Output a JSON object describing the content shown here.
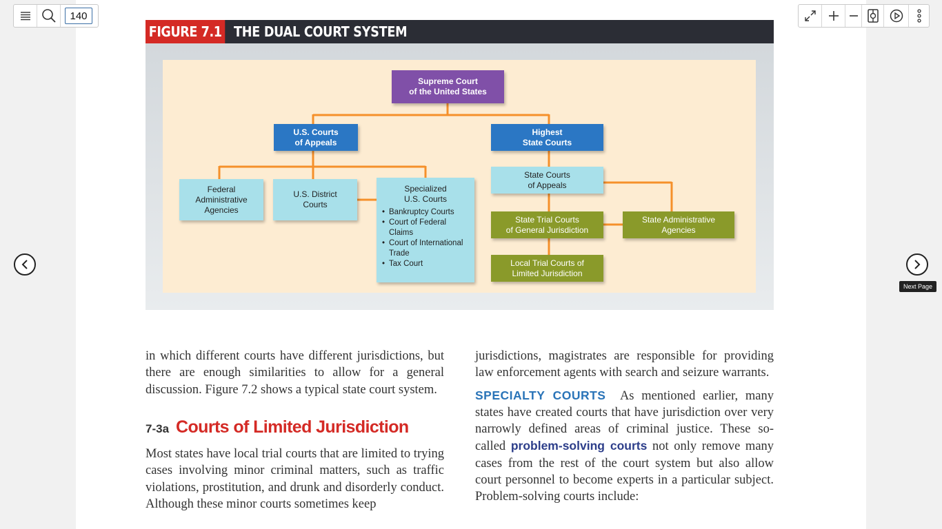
{
  "toolbar": {
    "page_number": "140"
  },
  "navigation": {
    "next_tooltip": "Next Page"
  },
  "figure": {
    "label": "FIGURE 7.1",
    "title": "THE DUAL COURT SYSTEM",
    "boxes": {
      "supreme": [
        "Supreme Court",
        "of the United States"
      ],
      "appeals": [
        "U.S. Courts",
        "of Appeals"
      ],
      "highest_state": [
        "Highest",
        "State Courts"
      ],
      "federal_agencies": [
        "Federal",
        "Administrative",
        "Agencies"
      ],
      "district": [
        "U.S. District",
        "Courts"
      ],
      "specialized_title": [
        "Specialized",
        "U.S. Courts"
      ],
      "specialized_items": [
        "Bankruptcy Courts",
        "Court of Federal Claims",
        "Court of International Trade",
        "Tax Court"
      ],
      "state_appeals": [
        "State Courts",
        "of Appeals"
      ],
      "state_trial": [
        "State Trial Courts",
        "of General Jurisdiction"
      ],
      "state_agencies": [
        "State Administrative",
        "Agencies"
      ],
      "local_trial": [
        "Local Trial Courts of",
        "Limited Jurisdiction"
      ]
    },
    "colors": {
      "header_label_bg": "#d42a25",
      "header_bg": "#2b2d35",
      "connector": "#f5902a",
      "purple": "#8050a8",
      "blue": "#2b77c4",
      "cyan": "#a8e0ea",
      "olive": "#8a9a2a"
    }
  },
  "text": {
    "left_para1": "in which different courts have different jurisdictions, but there are enough similarities to allow for a general discussion. Figure 7.2 shows a typical state court system.",
    "section_number": "7-3a",
    "section_title": "Courts of Limited Jurisdiction",
    "left_para2": "Most states have local trial courts that are limited to trying cases involving minor criminal matters, such as traffic violations, prostitution, and drunk and disorderly conduct. Although these minor courts sometimes keep",
    "right_para1": "jurisdictions, magistrates are responsible for providing law enforcement agents with search and seizure warrants.",
    "specialty_head": "SPECIALTY COURTS",
    "specialty_text1": "As mentioned earlier, many states have created courts that have jurisdiction over very narrowly defined areas of criminal justice. These so-called",
    "specialty_term": "problem-solving courts",
    "specialty_text2": "not only remove many cases from the rest of the court system but also allow court personnel to become experts in a particular subject. Problem-solving courts include:"
  }
}
